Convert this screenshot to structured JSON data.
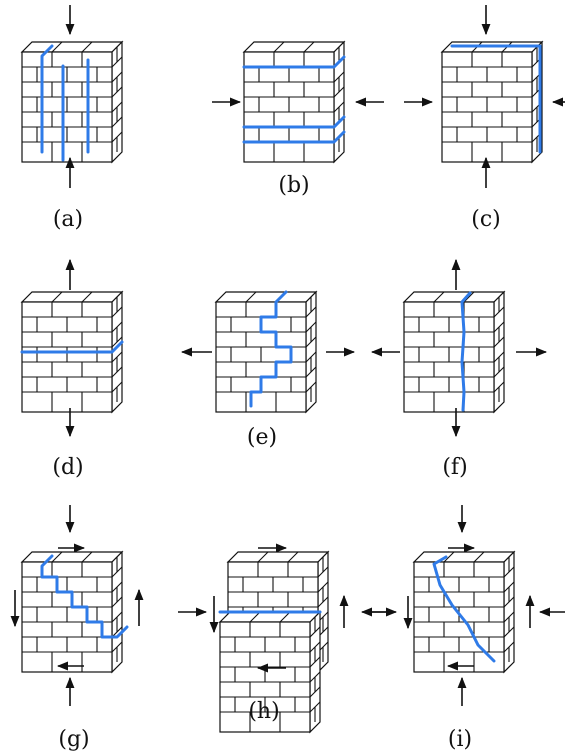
{
  "figure": {
    "panels": [
      {
        "id": "a",
        "label": "(a)",
        "loading": "vertical compression",
        "crack": "vertical cracks"
      },
      {
        "id": "b",
        "label": "(b)",
        "loading": "horizontal compression",
        "crack": "horizontal bed-joint cracks"
      },
      {
        "id": "c",
        "label": "(c)",
        "loading": "biaxial compression",
        "crack": "splitting at faces"
      },
      {
        "id": "d",
        "label": "(d)",
        "loading": "vertical tension",
        "crack": "horizontal bed-joint crack"
      },
      {
        "id": "e",
        "label": "(e)",
        "loading": "horizontal tension",
        "crack": "stepped crack"
      },
      {
        "id": "f",
        "label": "(f)",
        "loading": "horizontal tension",
        "crack": "vertical crack through bricks"
      },
      {
        "id": "g",
        "label": "(g)",
        "loading": "shear with compression",
        "crack": "stepped diagonal crack"
      },
      {
        "id": "h",
        "label": "(h)",
        "loading": "shear sliding",
        "crack": "sliding along bed joint"
      },
      {
        "id": "i",
        "label": "(i)",
        "loading": "shear with compression",
        "crack": "diagonal crack"
      }
    ],
    "colors": {
      "crack": "#2f7be8",
      "line": "#111111",
      "background": "#ffffff"
    }
  }
}
